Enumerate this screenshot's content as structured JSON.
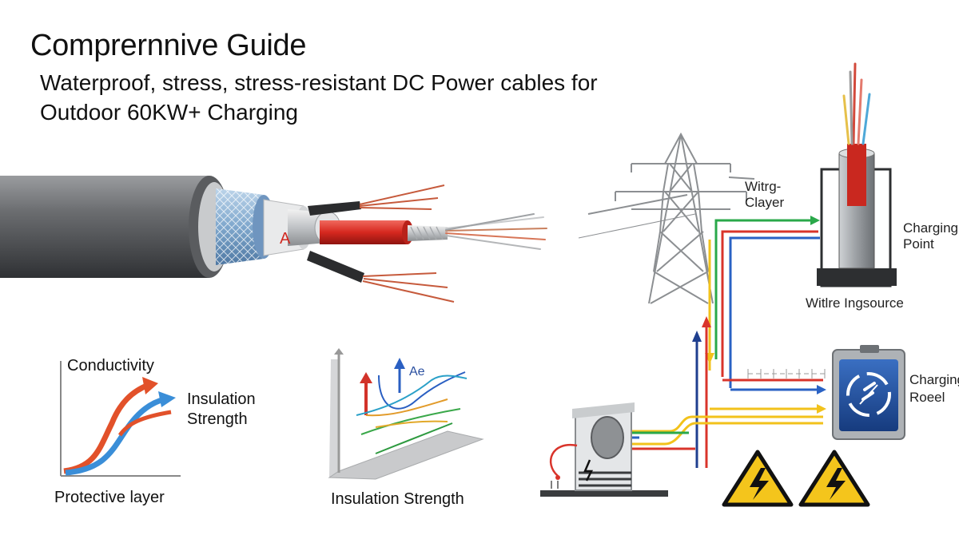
{
  "header": {
    "title": "Comprernnive Guide",
    "subtitle_line1": "Waterproof, stress, stress-resistant DC Power cables for",
    "subtitle_line2": "Outdoor 60KW+ Charging"
  },
  "cable": {
    "marker": "A"
  },
  "chart_left": {
    "label_top": "Conductivity",
    "label_mid_1": "Insulation",
    "label_mid_2": "Strength",
    "label_bottom": "Protective layer"
  },
  "chart_mid": {
    "arrow_label": "Ae",
    "caption": "Insulation Strength"
  },
  "right": {
    "tower_label_1": "Witrg-",
    "tower_label_2": "Clayer",
    "charging_point_1": "Charging",
    "charging_point_2": "Point",
    "source_label": "Witlre Ingsource",
    "reel_label_1": "Charging",
    "reel_label_2": "Roeel"
  },
  "colors": {
    "wire_red": "#d9342b",
    "wire_green": "#2aa84a",
    "wire_blue": "#2a62c4",
    "wire_yellow": "#f2c21b",
    "warning_yellow": "#f4c51c",
    "reel_blue": "#1f4fa3"
  },
  "icons": [
    "power-tower-icon",
    "charging-post-icon",
    "charging-reel-icon",
    "junction-box-icon",
    "warning-icon",
    "lightning-icon"
  ]
}
